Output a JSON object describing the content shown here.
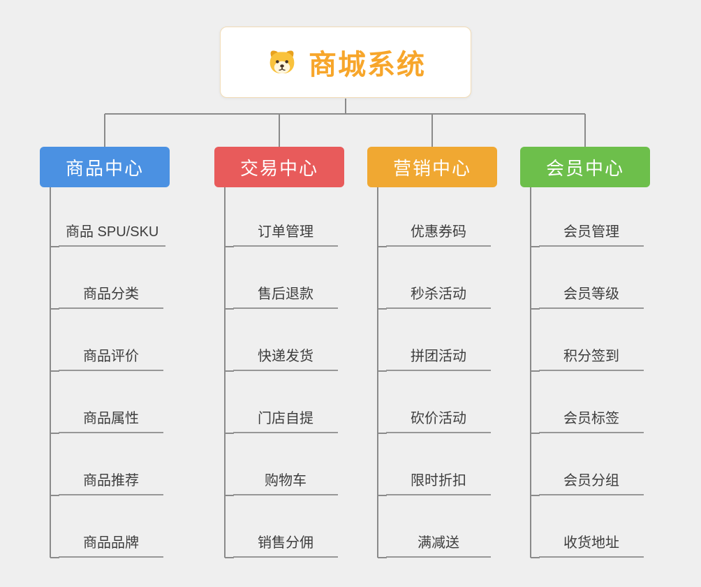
{
  "canvas": {
    "background": "#efefef",
    "connector_color": "#8a8a8a",
    "underline_color": "#979797"
  },
  "root": {
    "label": "商城系统",
    "text_color": "#f7a62b",
    "icon": "dog-icon",
    "border_color": "#f2dcb6"
  },
  "branches": [
    {
      "label": "商品中心",
      "color": "#4b91e2",
      "children": [
        "商品 SPU/SKU",
        "商品分类",
        "商品评价",
        "商品属性",
        "商品推荐",
        "商品品牌"
      ]
    },
    {
      "label": "交易中心",
      "color": "#e85b5b",
      "children": [
        "订单管理",
        "售后退款",
        "快递发货",
        "门店自提",
        "购物车",
        "销售分佣"
      ]
    },
    {
      "label": "营销中心",
      "color": "#f0a832",
      "children": [
        "优惠券码",
        "秒杀活动",
        "拼团活动",
        "砍价活动",
        "限时折扣",
        "满减送"
      ]
    },
    {
      "label": "会员中心",
      "color": "#6dbf4b",
      "children": [
        "会员管理",
        "会员等级",
        "积分签到",
        "会员标签",
        "会员分组",
        "收货地址"
      ]
    }
  ]
}
